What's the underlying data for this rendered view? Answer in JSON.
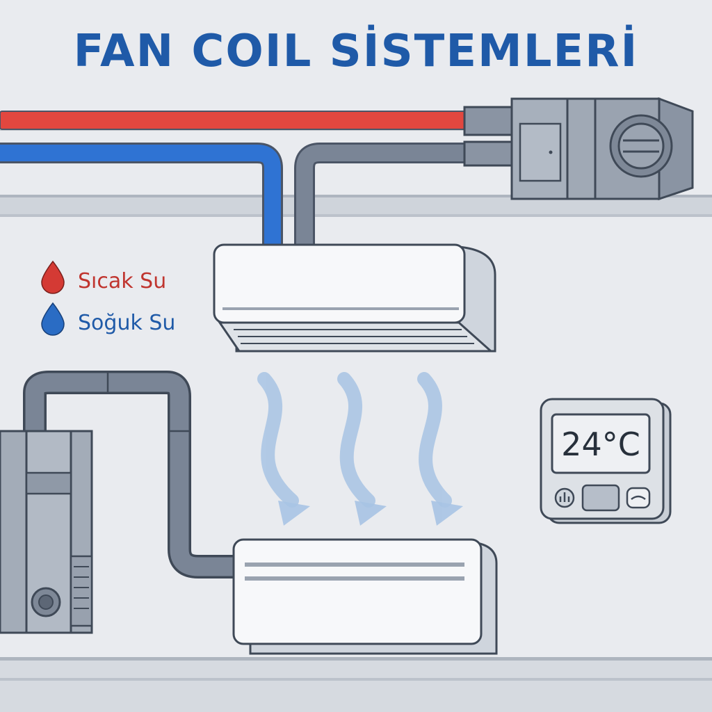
{
  "title": "FAN COIL SİSTEMLERİ",
  "legend": {
    "hot": {
      "label": "Sıcak Su",
      "color": "#d43a34",
      "icon": "water-drop-icon"
    },
    "cold": {
      "label": "Soğuk Su",
      "color": "#2a6cc4",
      "icon": "water-drop-icon"
    }
  },
  "thermostat": {
    "temperature": "24°C"
  },
  "colors": {
    "hot_pipe": "#e2473f",
    "cold_pipe": "#2f73d3",
    "return_pipe": "#7a8596",
    "title": "#1f5aa8",
    "airflow": "#a8c4e4"
  }
}
